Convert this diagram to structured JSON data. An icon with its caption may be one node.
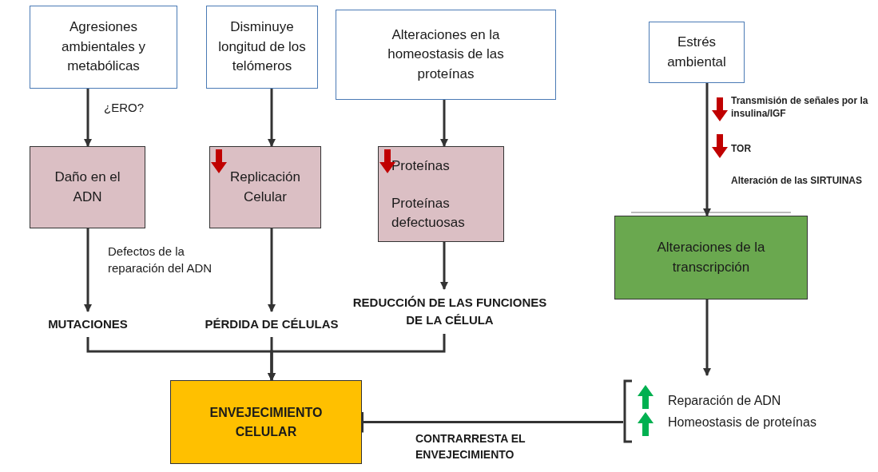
{
  "diagram": {
    "nodes": [
      {
        "text": [
          "Agresiones ambientales y metabólicas"
        ]
      },
      {
        "text": [
          "Disminuye longitud de los telómeros"
        ]
      },
      {
        "text": [
          "Alteraciones en la homeostasis de las proteínas"
        ]
      },
      {
        "text": [
          "Estrés ambiental"
        ]
      },
      {
        "text": [
          "Daño en el ADN"
        ]
      },
      {
        "text": [
          "Replicación Celular"
        ]
      },
      {
        "text": [
          "Proteínas",
          "Proteínas defectuosas"
        ]
      },
      {
        "text": [
          "Alteraciones de la transcripción"
        ]
      },
      {
        "text": [
          "MUTACIONES"
        ]
      },
      {
        "text": [
          "PÉRDIDA DE CÉLULAS"
        ]
      },
      {
        "text": [
          "REDUCCIÓN DE LAS FUNCIONES DE LA CÉLULA"
        ]
      },
      {
        "text": [
          "ENVEJECIMIENTO CELULAR"
        ]
      },
      {
        "text": [
          "Reparación de ADN",
          "Homeostasis de proteínas"
        ]
      }
    ],
    "edges": [
      {
        "from": 0,
        "to": 4,
        "arrow": "to",
        "label": "¿ERO?"
      },
      {
        "from": 1,
        "to": 5,
        "arrow": "to"
      },
      {
        "from": 2,
        "to": 6,
        "arrow": "to"
      },
      {
        "from": 3,
        "to": 7,
        "arrow": "to"
      },
      {
        "from": 4,
        "to": 8,
        "arrow": "to",
        "label": "Defectos de la reparación del ADN"
      },
      {
        "from": 5,
        "to": 9,
        "arrow": "to"
      },
      {
        "from": 6,
        "to": 10,
        "arrow": "to"
      },
      {
        "from": 8,
        "to": 11,
        "arrow": "to"
      },
      {
        "from": 9,
        "to": 11,
        "arrow": "to"
      },
      {
        "from": 10,
        "to": 11,
        "arrow": "to"
      },
      {
        "from": 7,
        "to": 12,
        "arrow": "to"
      },
      {
        "from": 12,
        "to": 11,
        "arrow": "other",
        "label": "CONTRARRESTA EL ENVEJECIMIENTO"
      }
    ],
    "labels": [
      "Transmisión de señales por la insulina/IGF",
      "TOR",
      "Alteración de las SIRTUINAS"
    ]
  }
}
